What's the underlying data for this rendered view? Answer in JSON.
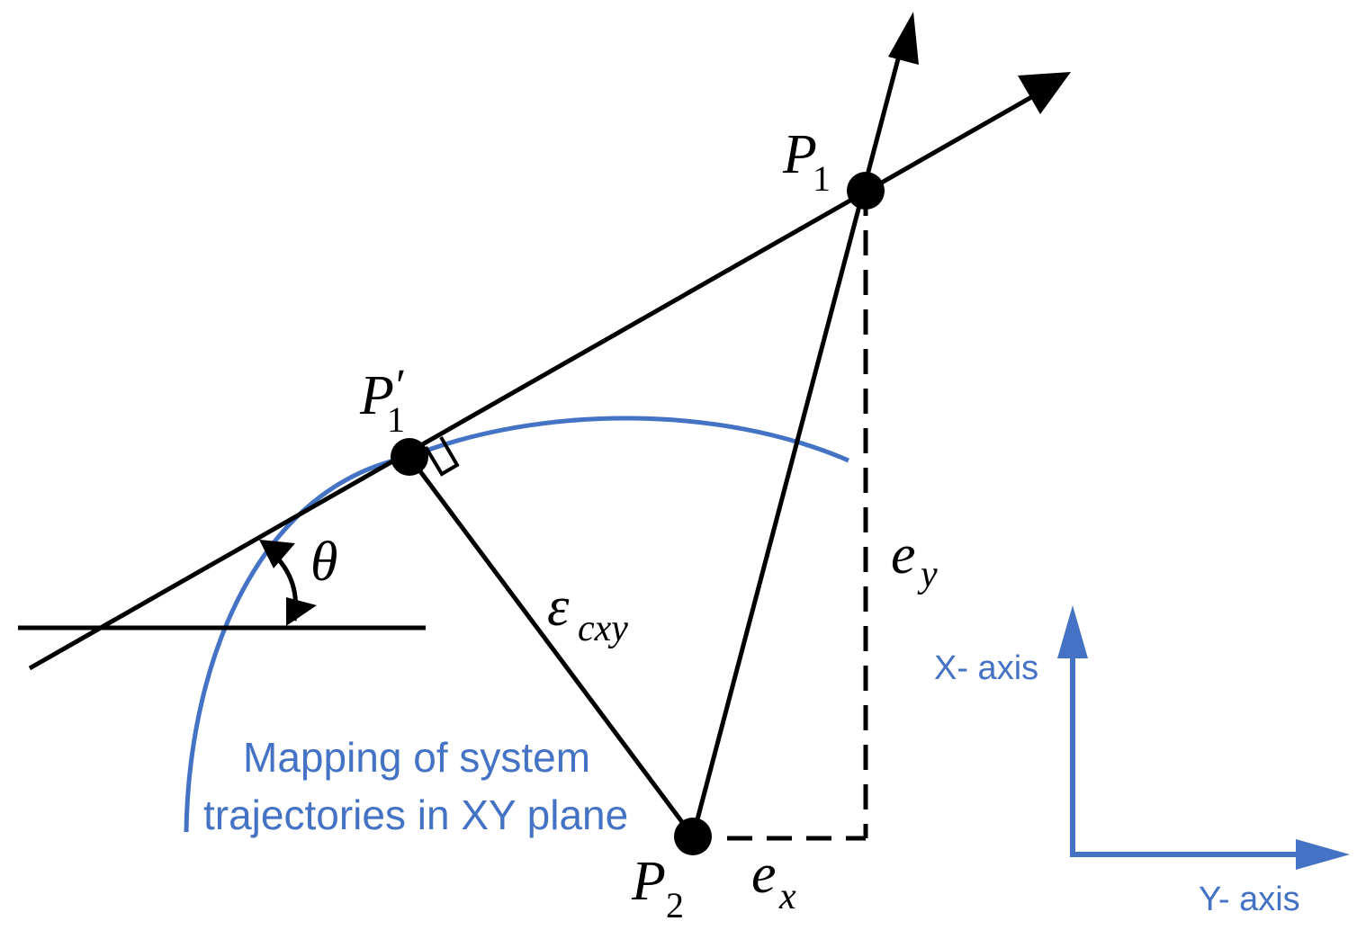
{
  "colors": {
    "ink": "#000000",
    "accent": "#4472C4",
    "background": "#ffffff"
  },
  "points": {
    "p1": {
      "base": "P",
      "sub": "1"
    },
    "p1_prime": {
      "base": "P",
      "prime": "′",
      "sub": "1"
    },
    "p2": {
      "base": "P",
      "sub": "2"
    }
  },
  "labels": {
    "theta": "θ",
    "epsilon": {
      "base": "ε",
      "sub": "cxy"
    },
    "ey": {
      "base": "e",
      "sub": "y"
    },
    "ex": {
      "base": "e",
      "sub": "x"
    }
  },
  "trajectory_label": {
    "line1": "Mapping of system",
    "line2": "trajectories in XY plane"
  },
  "axes_legend": {
    "x_axis": "X- axis",
    "y_axis": "Y- axis"
  },
  "icons": {
    "point_marker": "filled-circle",
    "right_angle": "right-angle-marker",
    "arrow": "arrowhead"
  }
}
